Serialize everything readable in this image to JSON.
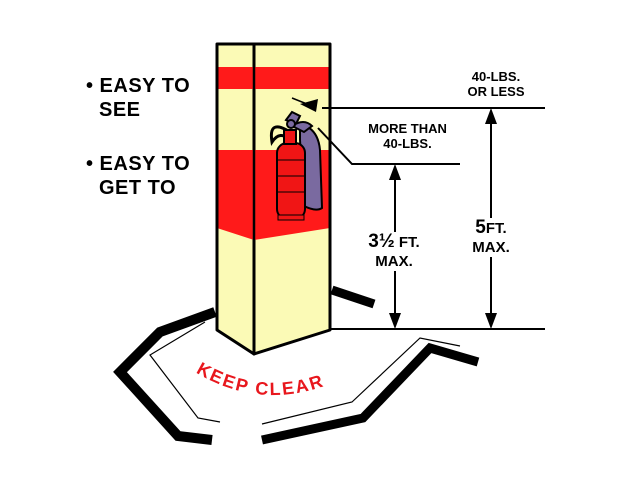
{
  "bullets": [
    {
      "line1": "• EASY TO",
      "line2": "SEE"
    },
    {
      "line1": "• EASY TO",
      "line2": "GET TO"
    }
  ],
  "labels": {
    "forty_or_less_1": "40-LBS.",
    "forty_or_less_2": "OR LESS",
    "more_than_1": "MORE THAN",
    "more_than_2": "40-LBS.",
    "three_half_big": "3½",
    "three_half_unit": " FT.",
    "three_half_max": "MAX.",
    "five_big": "5",
    "five_unit": "FT.",
    "five_max": "MAX."
  },
  "floor_text": "KEEP CLEAR",
  "colors": {
    "post_fill": "#fbfab6",
    "band_red": "#ff1a1a",
    "extinguisher_red": "#f01515",
    "bracket_blue": "#7a6aa0",
    "floor_text_red": "#e8171d",
    "outline": "#000000"
  }
}
